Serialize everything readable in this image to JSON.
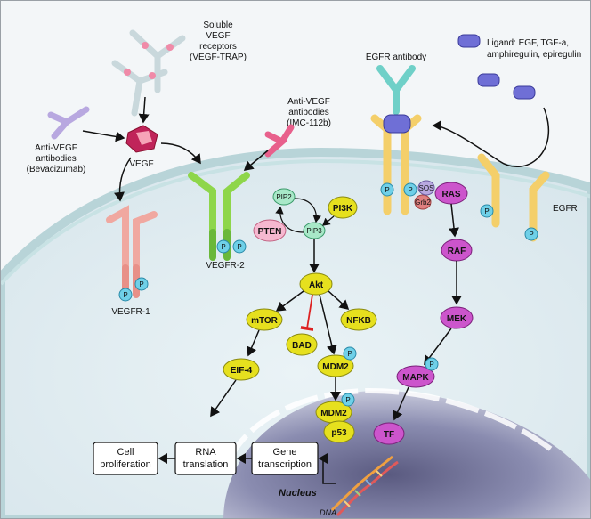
{
  "labels": {
    "soluble_line1": "Soluble",
    "soluble_line2": "VEGF",
    "soluble_line3": "receptors",
    "soluble_line4": "(VEGF-TRAP)",
    "anti_vegf_line1": "Anti-VEGF",
    "anti_vegf_line2": "antibodies",
    "anti_vegf_line3": "(Bevacizumab)",
    "imc_line1": "Anti-VEGF",
    "imc_line2": "antibodies",
    "imc_line3": "(IMC-112b)",
    "vegf": "VEGF",
    "vegfr1": "VEGFR-1",
    "vegfr2": "VEGFR-2",
    "egfr_antibody": "EGFR antibody",
    "ligand_line1": "Ligand: EGF, TGF-a,",
    "ligand_line2": "amphiregulin, epiregulin",
    "egfr": "EGFR",
    "nucleus": "Nucleus",
    "dna": "DNA",
    "p": "P"
  },
  "nodes": {
    "pip2": "PIP2",
    "pip3": "PIP3",
    "pi3k": "PI3K",
    "pten": "PTEN",
    "akt": "Akt",
    "mtor": "mTOR",
    "bad": "BAD",
    "nfkb": "NFKB",
    "mdm2": "MDM2",
    "mdm2_nuc": "MDM2",
    "p53": "p53",
    "eif4": "EIF-4",
    "ras": "RAS",
    "sos": "SOS",
    "grb2": "Grb2",
    "raf": "RAF",
    "mek": "MEK",
    "mapk": "MAPK",
    "tf": "TF"
  },
  "boxes": {
    "cell_line1": "Cell",
    "cell_line2": "proliferation",
    "rna_line1": "RNA",
    "rna_line2": "translation",
    "gene_line1": "Gene",
    "gene_line2": "transcription"
  },
  "colors": {
    "yellow_node": "#e6e01e",
    "purple_node": "#cc55cc",
    "receptor_yellow": "#f4cf6a",
    "receptor_green": "#8ed64a",
    "receptor_pink": "#f0a8a0",
    "antibody_teal": "#6fd0c8",
    "ligand_blue": "#6f6fd6",
    "phospho_blue": "#6fd0e8",
    "pip_green": "#a8e8c8",
    "pten_pink": "#f6b8d0"
  }
}
